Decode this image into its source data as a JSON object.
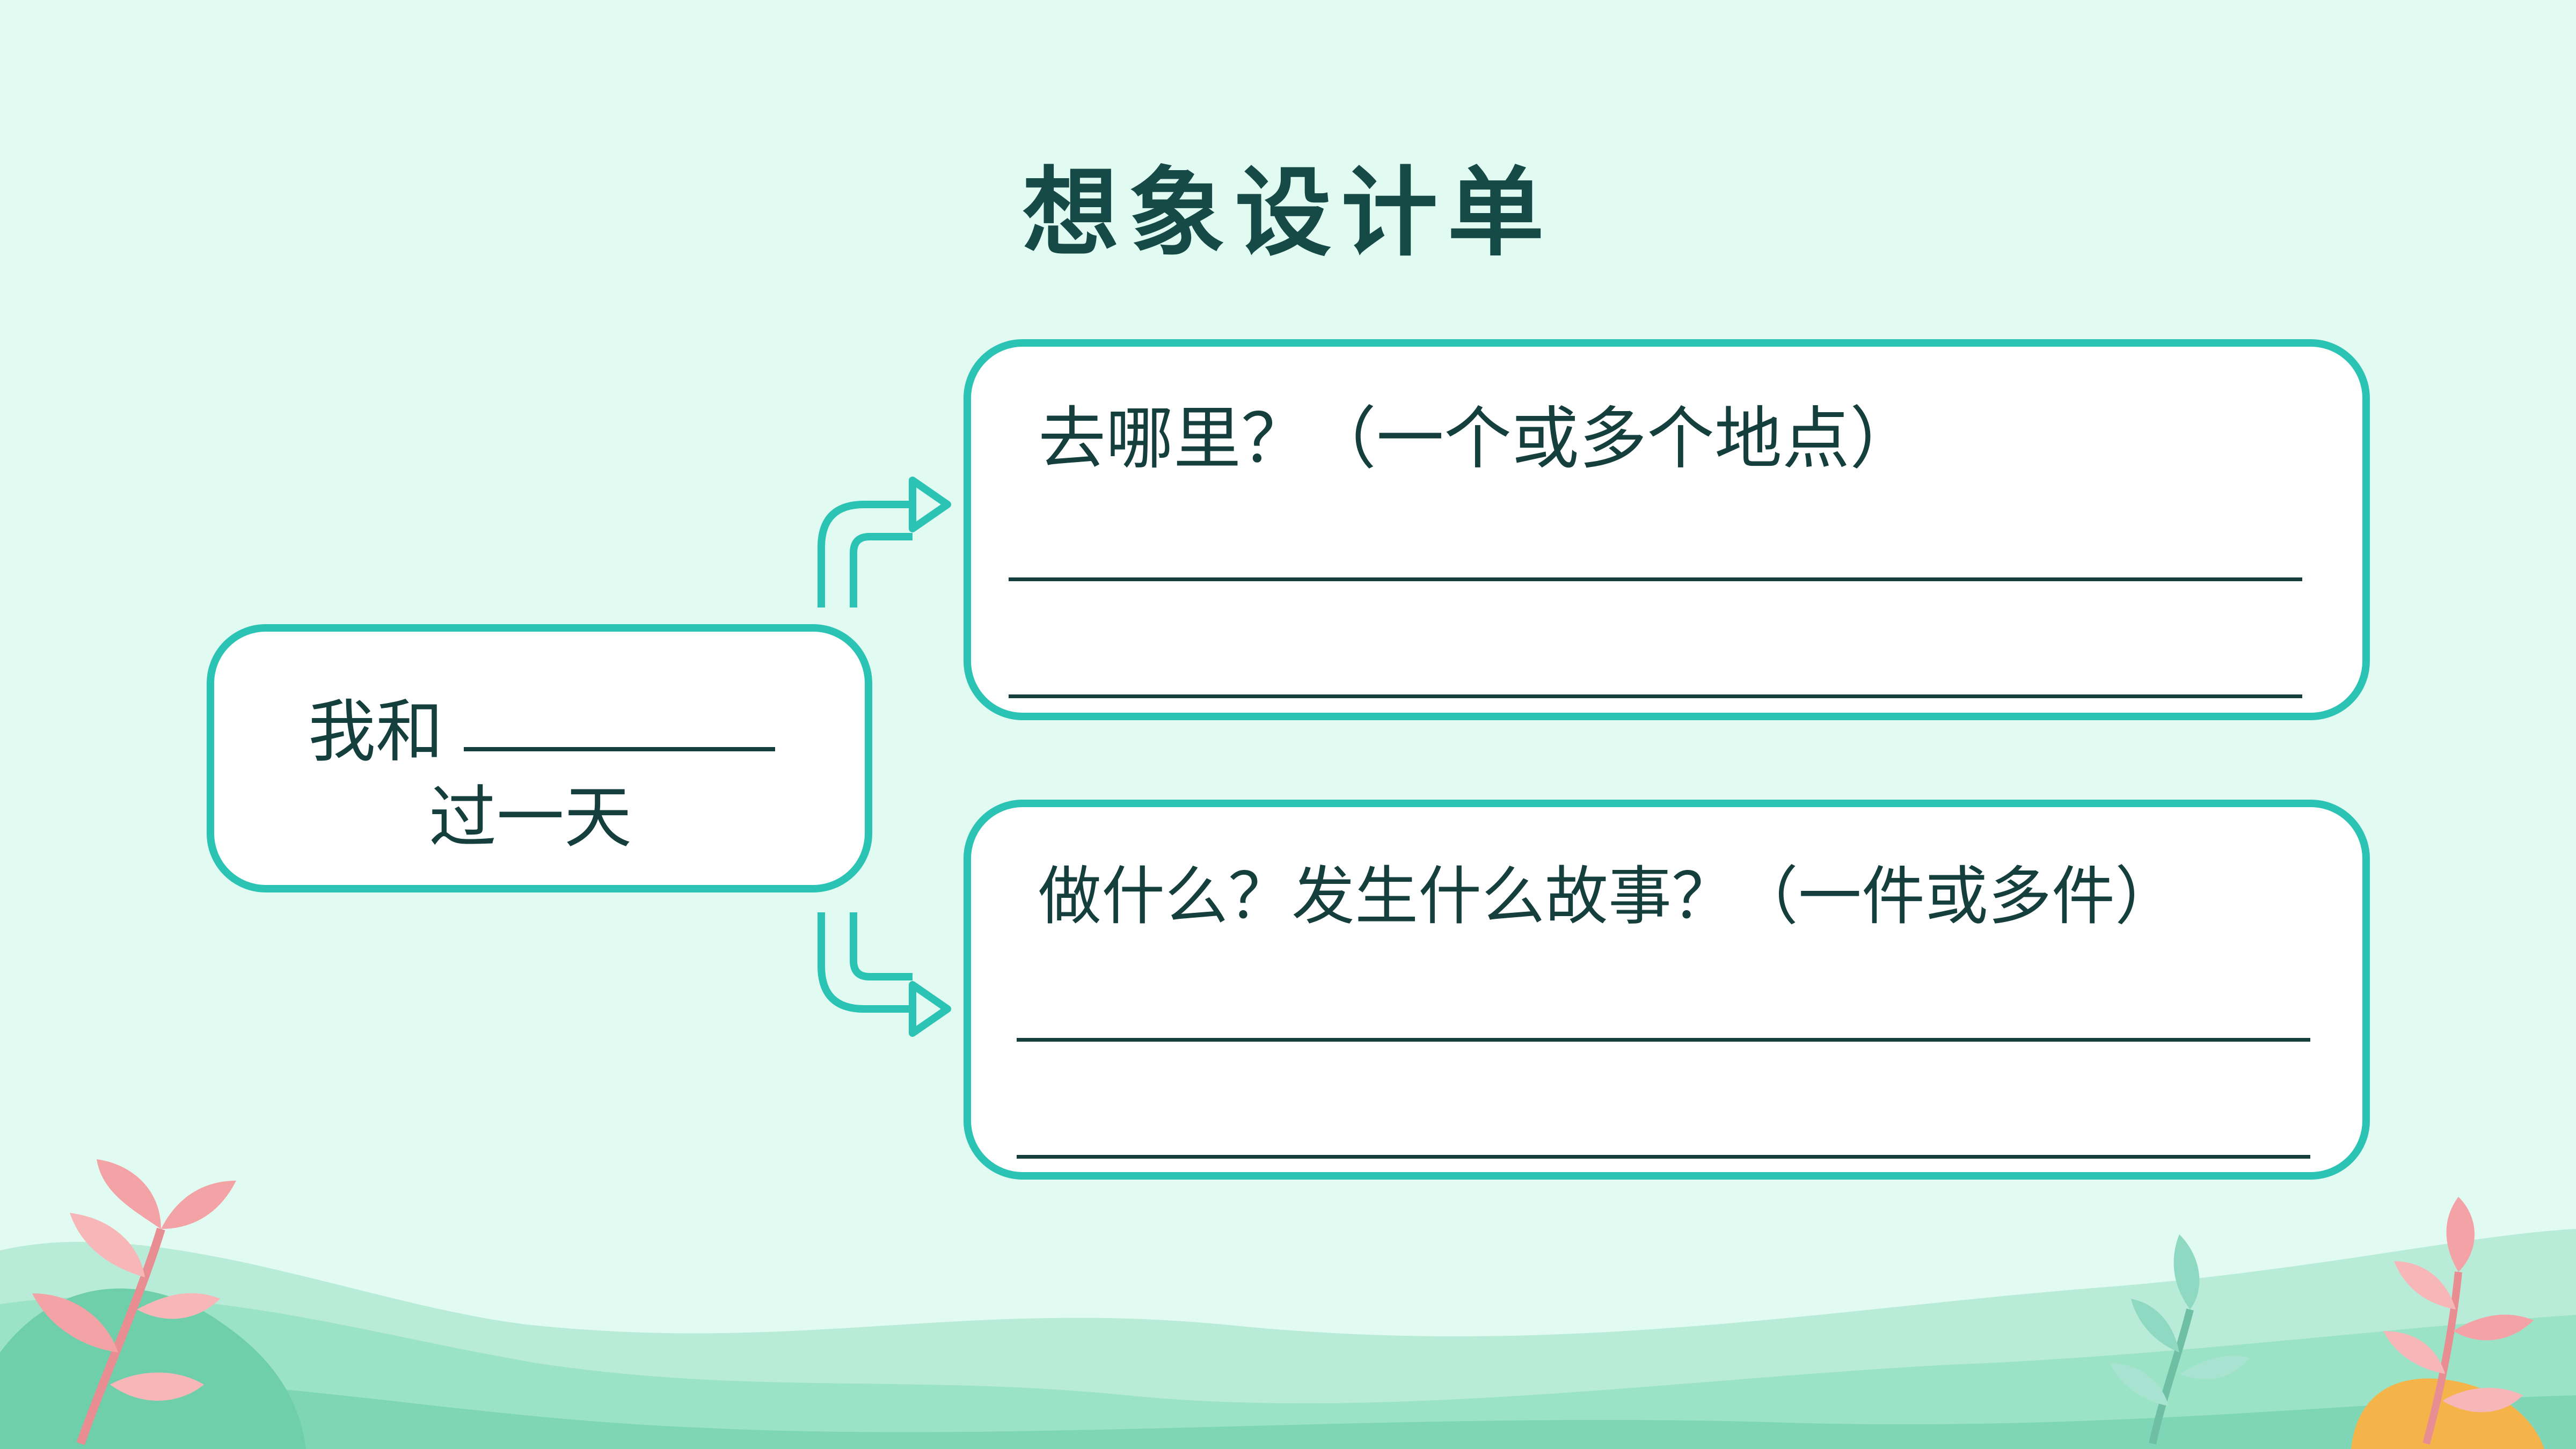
{
  "title": "想象设计单",
  "left_box": {
    "line1": "我和",
    "line2": "过一天"
  },
  "top_box": {
    "question": "去哪里？（一个或多个地点）"
  },
  "bottom_box": {
    "question": "做什么？发生什么故事？（一件或多件）"
  },
  "colors": {
    "background": "#e2fbf2",
    "border": "#2bc4b4",
    "text": "#164a47",
    "leaf_pink": "#f3a3a6",
    "leaf_green": "#8fd9c3",
    "accent_orange": "#f4b44a"
  }
}
